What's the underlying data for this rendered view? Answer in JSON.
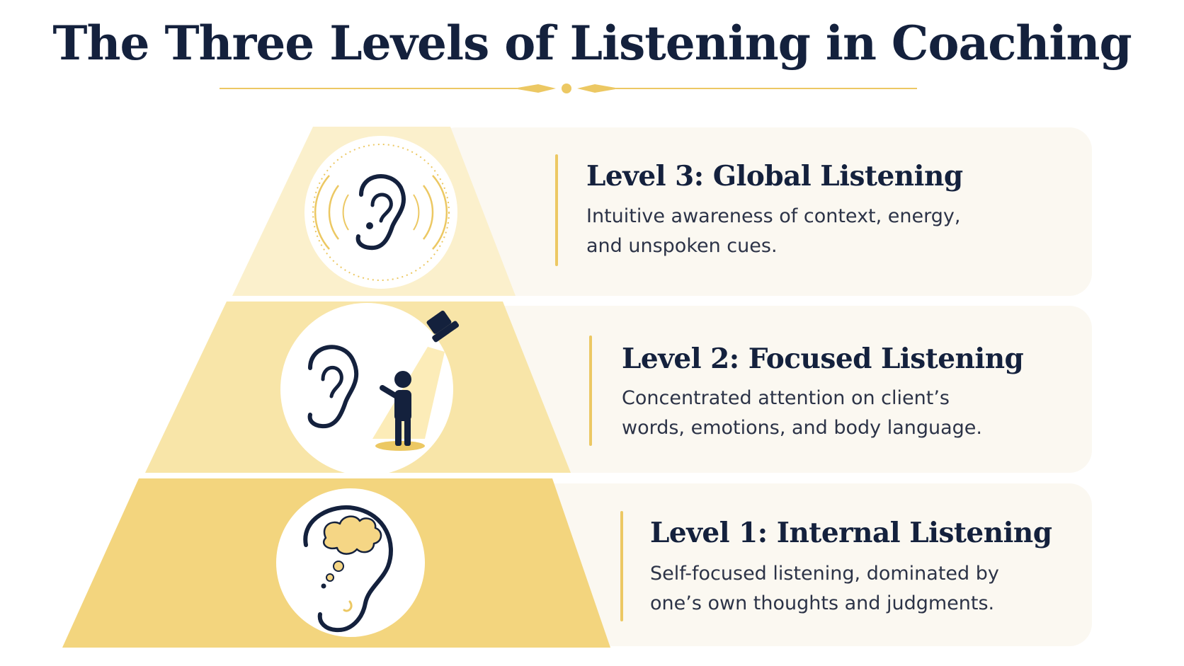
{
  "title": "The Three Levels of Listening in Coaching",
  "colors": {
    "navy": "#14213d",
    "gold": "#ecc863",
    "tier_top": "#fbf0cc",
    "tier_mid": "#f8e5a8",
    "tier_bottom": "#f3d57e",
    "card": "#fbf8f1"
  },
  "levels": [
    {
      "heading": "Level 3: Global Listening",
      "description": "Intuitive awareness of context, energy, and unspoken cues.",
      "icon": "ear-with-radiating-circles-icon"
    },
    {
      "heading": "Level 2: Focused Listening",
      "description": "Concentrated attention on client’s words, emotions, and body language.",
      "icon": "ear-and-spotlit-person-icon"
    },
    {
      "heading": "Level 1: Internal Listening",
      "description": "Self-focused listening, dominated by one’s own thoughts and judgments.",
      "icon": "ear-with-thought-cloud-icon"
    }
  ]
}
